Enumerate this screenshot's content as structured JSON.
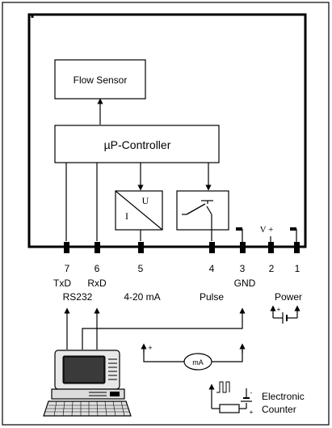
{
  "blocks": {
    "flow_sensor": "Flow Sensor",
    "controller": "µP-Controller",
    "converter_u": "U",
    "converter_i": "I"
  },
  "terminals": {
    "t7": "7",
    "t6": "6",
    "t5": "5",
    "t4": "4",
    "t3": "3",
    "t2": "2",
    "t1": "1",
    "vplus": "V +"
  },
  "signal_labels": {
    "txd": "TxD",
    "rxd": "RxD",
    "rs232": "RS232",
    "current": "4-20 mA",
    "pulse": "Pulse",
    "gnd": "GND",
    "power": "Power"
  },
  "meter": {
    "label": "mA"
  },
  "counter": {
    "line1": "Electronic",
    "line2": "Counter"
  },
  "polarity": {
    "plus": "+",
    "minus": "-"
  }
}
